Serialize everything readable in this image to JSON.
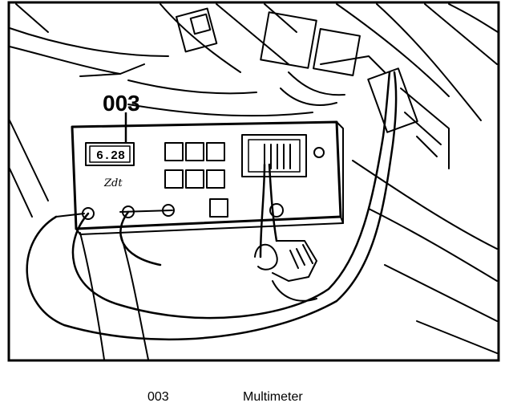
{
  "figure": {
    "callout": "003",
    "display_reading": "6.28",
    "brand": "Zdt"
  },
  "legend": {
    "code": "003",
    "label": "Multimeter"
  },
  "colors": {
    "line": "#000000",
    "background": "#ffffff"
  }
}
